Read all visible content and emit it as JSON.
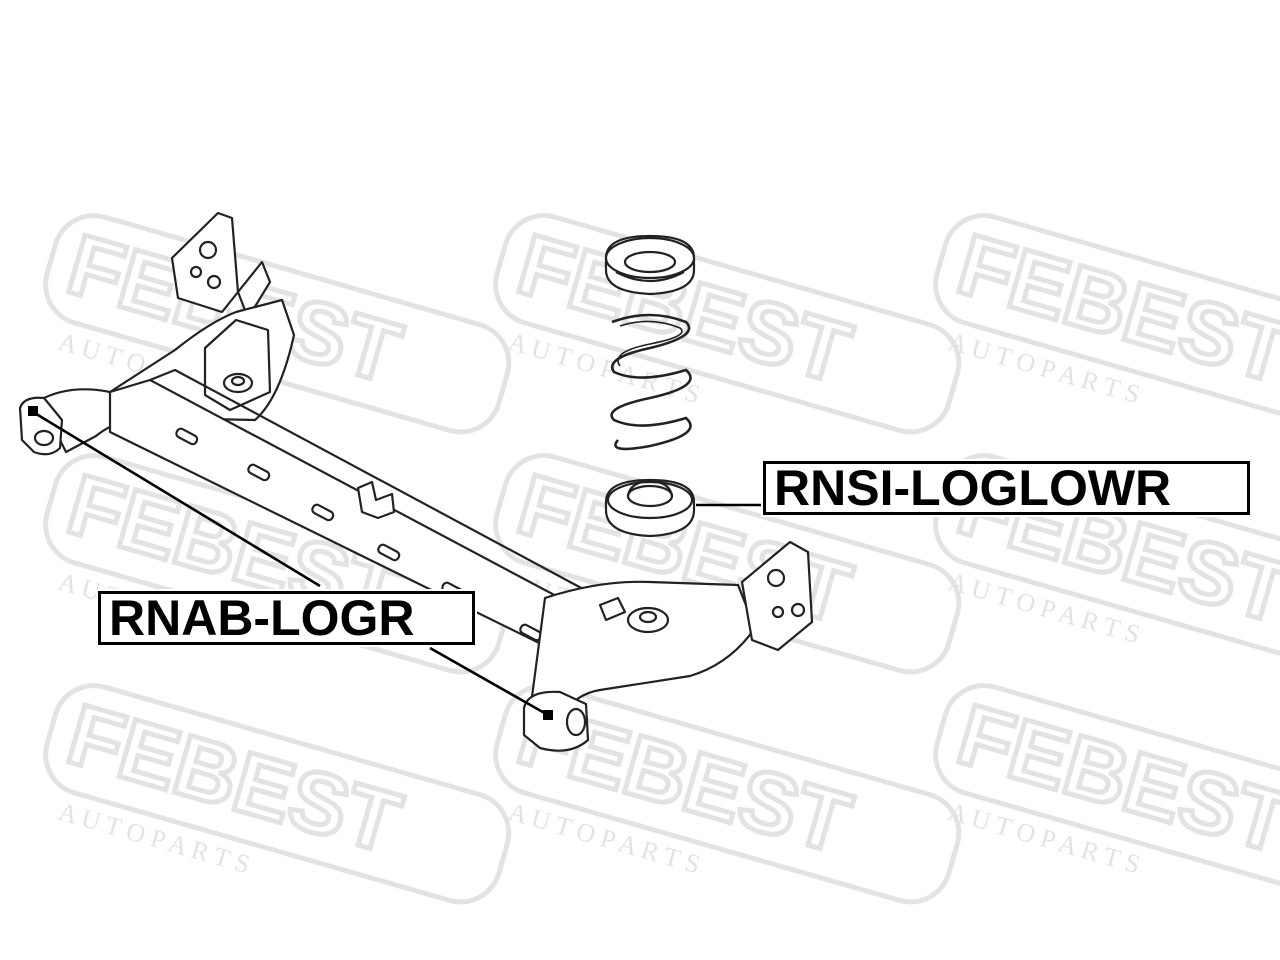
{
  "watermark": {
    "brand": "FEBEST",
    "tagline": "A U T O   P A R T S",
    "color": "#e3e3e3"
  },
  "parts": [
    {
      "part_number": "RNSI-LOGLOWR"
    },
    {
      "part_number": "RNAB-LOGR"
    }
  ],
  "colors": {
    "line": "#222222",
    "background": "#ffffff"
  }
}
